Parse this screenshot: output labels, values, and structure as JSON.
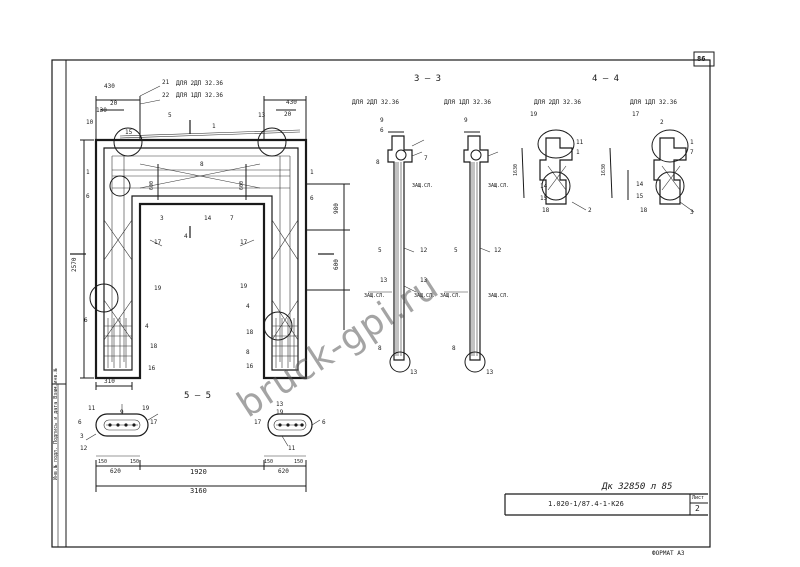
{
  "sheet": {
    "page_number": "86",
    "sheet_label": "Лист",
    "sheet_number": "2",
    "drawing_code": "1.020-1/87.4-1-К26",
    "format_label": "ФОРМАТ А3",
    "registration": "Дк 32850 л 85",
    "side_stamp": "Инв.№ подл. Подпись и дата Взам.инв.№",
    "watermark": "bruck-gpi.ru"
  },
  "section_titles": {
    "s33": "3 — 3",
    "s44": "4 — 4",
    "s55": "5 — 5"
  },
  "subtitles": {
    "sub_dp2": "ДЛЯ 2ДП 32.36",
    "sub_dp1": "ДЛЯ 1ДП 32.36",
    "sub_44_a": "ДЛЯ 2ДП 32.36",
    "sub_44_b": "ДЛЯ 1ДП 32.36",
    "plan_line1": "ДЛЯ 2ДП 32.36",
    "plan_line2": "ДЛЯ 1ДП 32.36"
  },
  "dimensions": {
    "top_430_left": "430",
    "top_20_left": "20",
    "top_130": "130",
    "top_430_right": "430",
    "top_20_right": "20",
    "left_2570": "2570",
    "mid_600_a": "600",
    "mid_600_b": "600",
    "right_980": "980",
    "right_600": "600",
    "bot_310": "310",
    "bot_620_a": "620",
    "bot_1920": "1920",
    "bot_620_b": "620",
    "bot_3160": "3160",
    "bot_150_a": "150",
    "bot_150_b": "150",
    "bot_150_c": "150",
    "bot_150_d": "150",
    "sec44_1630_a": "1630",
    "sec44_1630_b": "1630",
    "zash": "ЗАЩ.СЛ."
  },
  "callouts": [
    "1",
    "2",
    "3",
    "4",
    "5",
    "6",
    "7",
    "8",
    "9",
    "10",
    "11",
    "12",
    "13",
    "14",
    "15",
    "16",
    "17",
    "18",
    "19",
    "20",
    "21",
    "22"
  ]
}
